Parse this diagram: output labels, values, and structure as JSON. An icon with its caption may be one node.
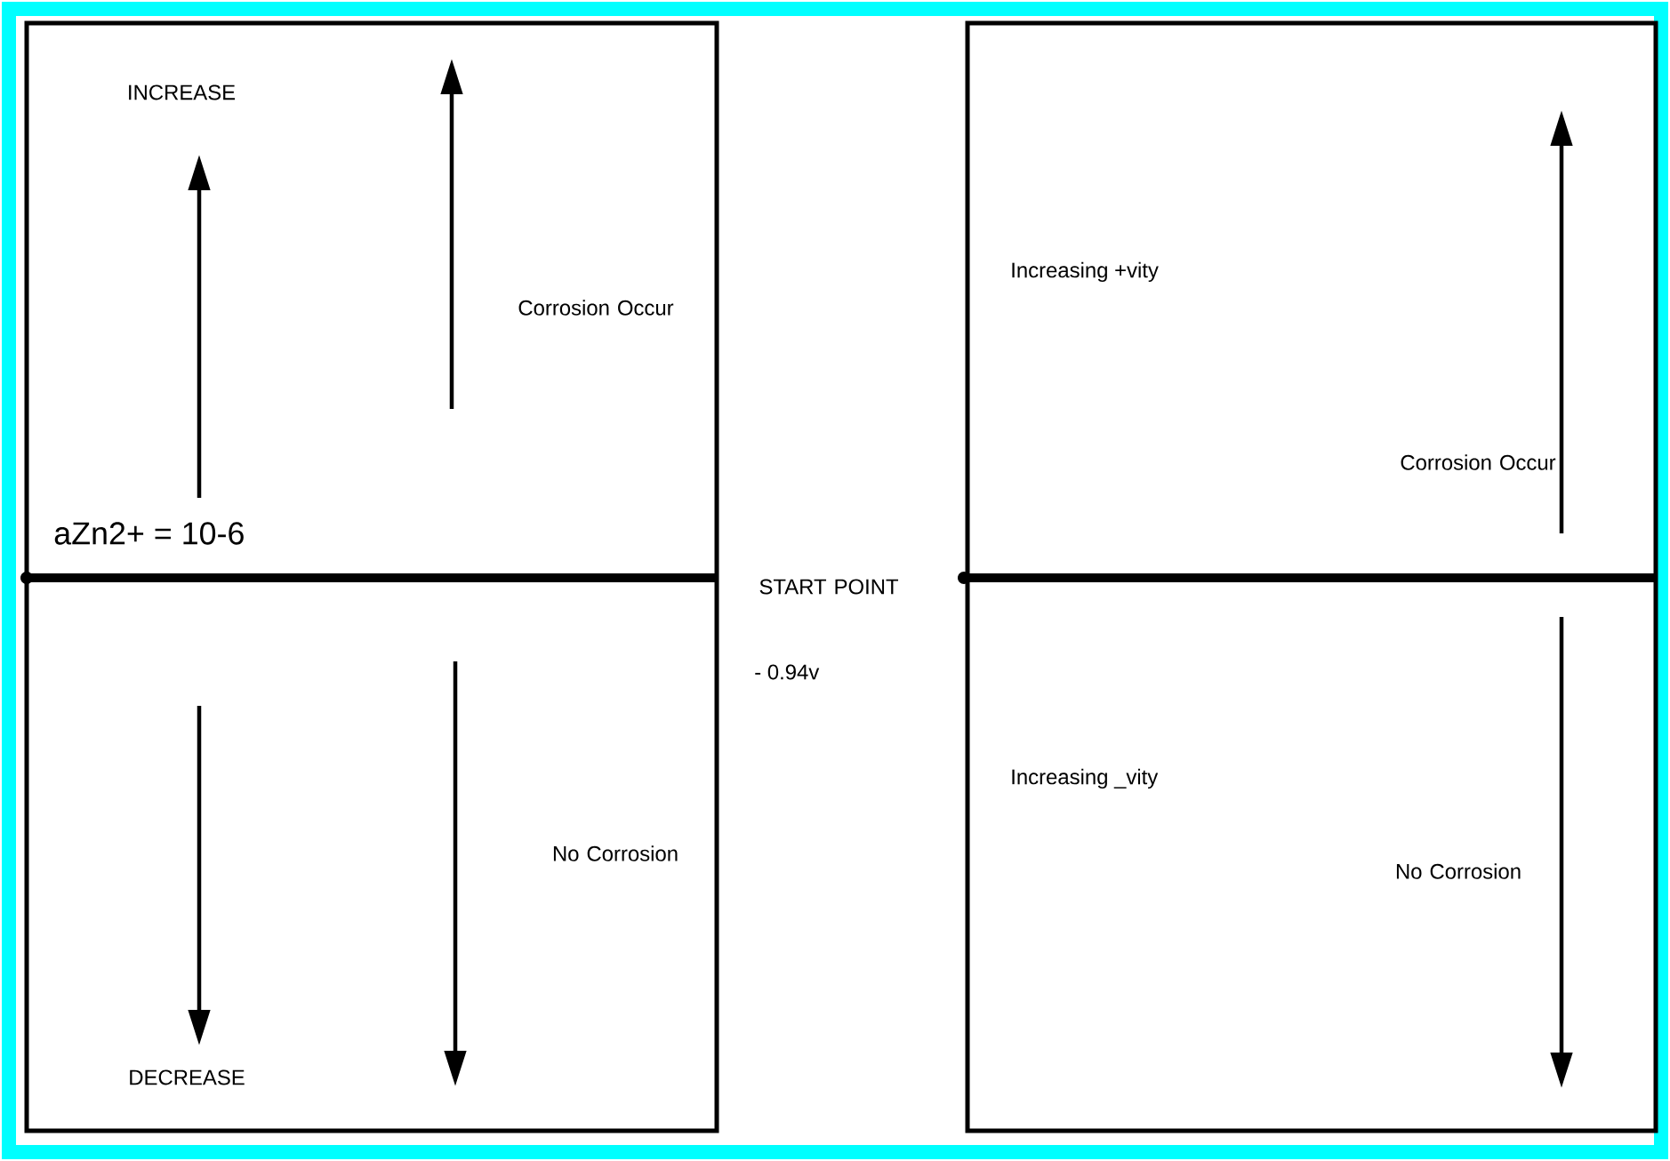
{
  "diagram": {
    "nodes": [
      {
        "text": [
          "INCREASE",
          "Corrosion Occur",
          "aZn2+ = 10-6",
          "No Corrosion",
          "DECREASE"
        ]
      },
      {
        "text": [
          "Increasing +vity",
          "Corrosion Occur",
          "Increasing _vity",
          "No Corrosion"
        ]
      }
    ],
    "labels": [
      "START POINT",
      "- 0.94v"
    ]
  }
}
